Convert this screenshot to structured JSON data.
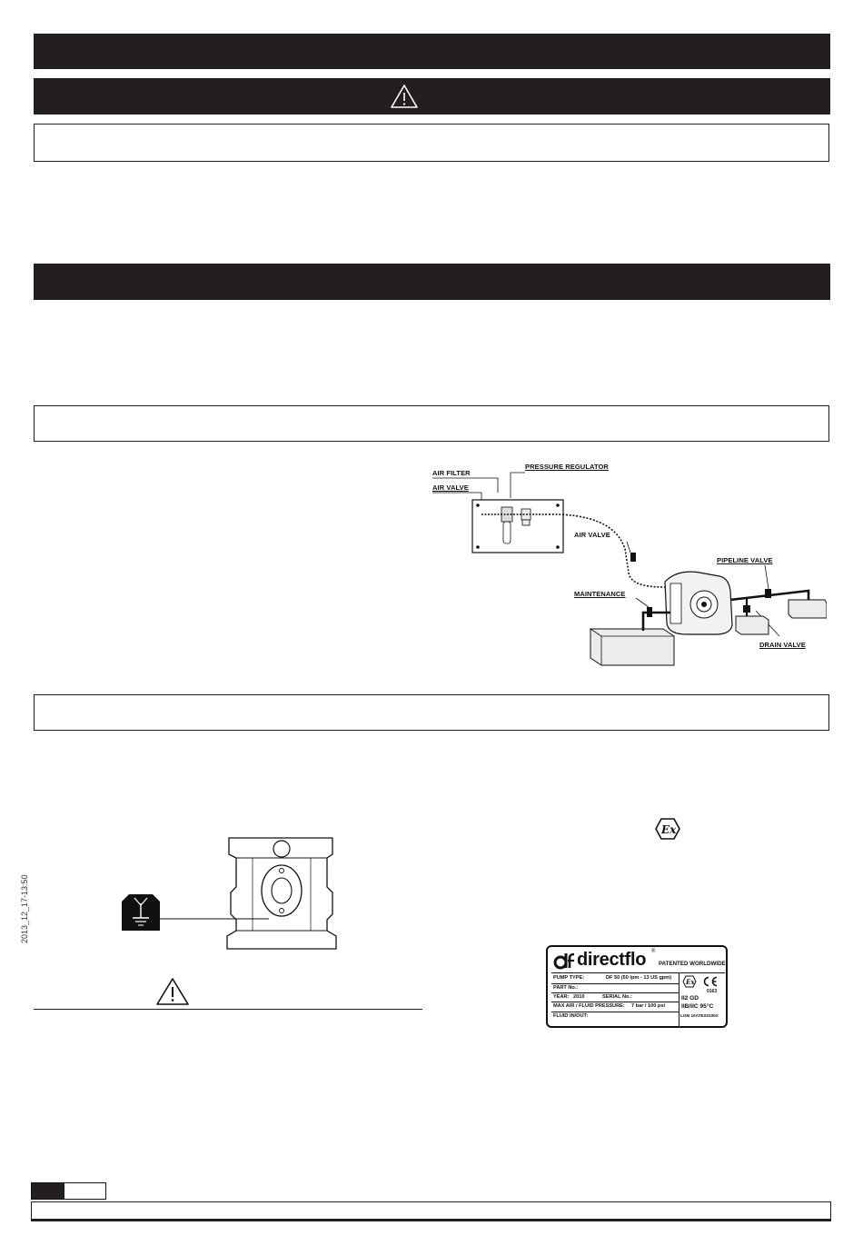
{
  "diagram": {
    "labels": {
      "air_filter": "AIR FILTER",
      "air_valve_top": "AIR VALVE",
      "pressure_regulator": "PRESSURE REGULATOR",
      "air_valve": "AIR VALVE",
      "pipeline_valve": "PIPELINE VALVE",
      "maintenance": "MAINTENANCE",
      "drain_valve": "DRAIN VALVE"
    }
  },
  "side_stamp": "2013_12_17-13:50",
  "nameplate": {
    "brand": "directflo",
    "registered": "®",
    "patented": "PATENTED WORLDWIDE",
    "pump_type_label": "PUMP TYPE:",
    "pump_type_value": "DF 50 (50 lpm - 13 US gpm)",
    "part_no": "PART No.:",
    "year_label": "YEAR:",
    "year_value": "2010",
    "serial": "SERIAL No.:",
    "max_air": "MAX AIR / FLUID PRESSURE:",
    "max_air_value": "7 bar / 100 psi",
    "fluid": "FLUID IN/OUT:",
    "ce_number": "0163",
    "ex_class_1": "II2 GD",
    "ex_class_2": "IIB/IIC 95°C",
    "cert": "LOM 10ATEX0105X"
  }
}
